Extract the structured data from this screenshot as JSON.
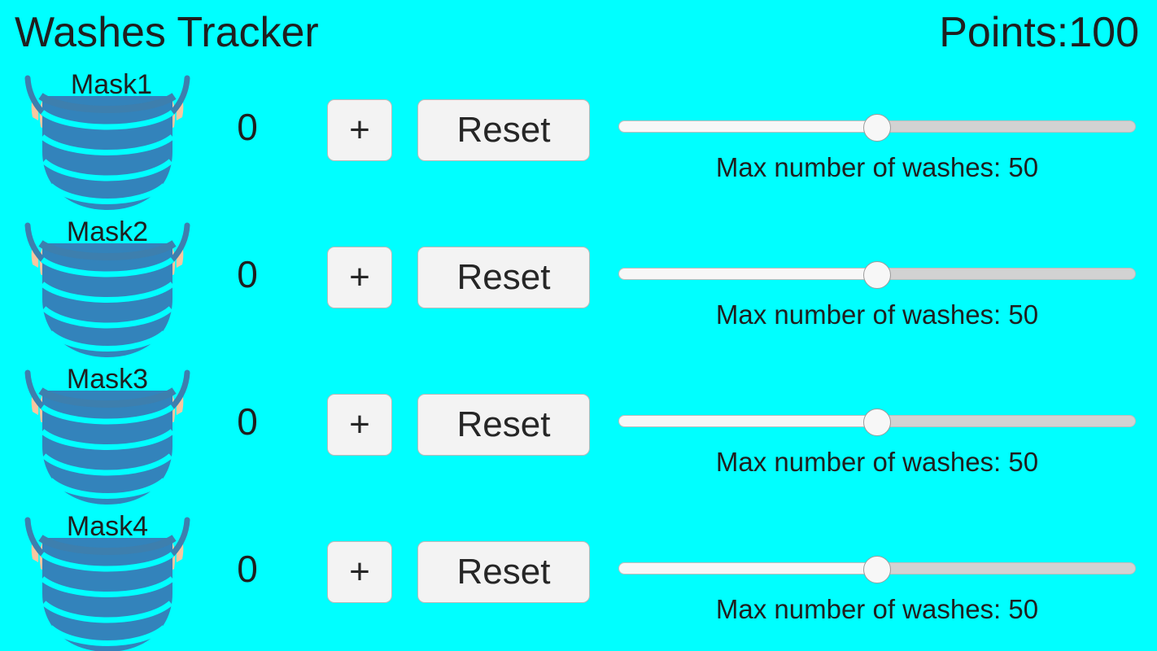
{
  "header": {
    "title": "Washes Tracker",
    "points_label": "Points:",
    "points_value": "100"
  },
  "colors": {
    "background": "#00FFFF",
    "text": "#1f1f1f",
    "button_face": "#f3f3f3",
    "button_border": "#b9b9b9",
    "mask_body": "#3383bb",
    "mask_strap": "#3d7fae",
    "mask_ear": "#f7c6a0",
    "slider_track": "#d2d2d2",
    "slider_fill": "#f7f7f7",
    "slider_knob": "#f7f7f7"
  },
  "rows": [
    {
      "mask_label": "Mask1",
      "count": "0",
      "add_label": "+",
      "reset_label": "Reset",
      "slider_value": 50,
      "slider_min": 0,
      "slider_max": 100,
      "max_washes_caption": "Max number of washes: 50"
    },
    {
      "mask_label": "Mask2",
      "count": "0",
      "add_label": "+",
      "reset_label": "Reset",
      "slider_value": 50,
      "slider_min": 0,
      "slider_max": 100,
      "max_washes_caption": "Max number of washes: 50"
    },
    {
      "mask_label": "Mask3",
      "count": "0",
      "add_label": "+",
      "reset_label": "Reset",
      "slider_value": 50,
      "slider_min": 0,
      "slider_max": 100,
      "max_washes_caption": "Max number of washes: 50"
    },
    {
      "mask_label": "Mask4",
      "count": "0",
      "add_label": "+",
      "reset_label": "Reset",
      "slider_value": 50,
      "slider_min": 0,
      "slider_max": 100,
      "max_washes_caption": "Max number of washes: 50"
    }
  ],
  "icons": {
    "mask": "face-mask-icon"
  }
}
